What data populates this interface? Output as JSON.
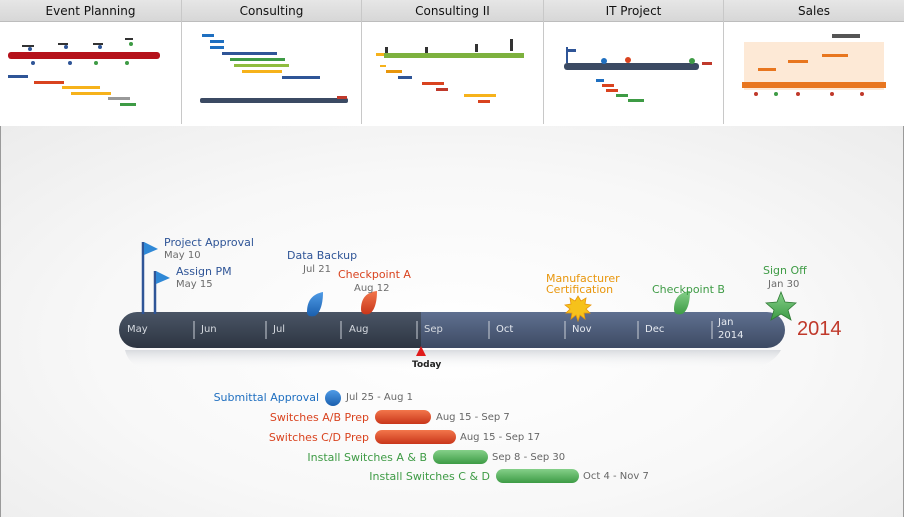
{
  "templates": [
    {
      "label": "Event Planning"
    },
    {
      "label": "Consulting"
    },
    {
      "label": "Consulting II"
    },
    {
      "label": "IT Project"
    },
    {
      "label": "Sales"
    }
  ],
  "timeline": {
    "months": [
      "May",
      "Jun",
      "Jul",
      "Aug",
      "Sep",
      "Oct",
      "Nov",
      "Dec",
      "Jan",
      "2014"
    ],
    "year_label": "2014",
    "today_label": "Today",
    "milestones": [
      {
        "title": "Project Approval",
        "date": "May 10",
        "color": "#2f5597"
      },
      {
        "title": "Assign PM",
        "date": "May 15",
        "color": "#2f5597"
      },
      {
        "title": "Data Backup",
        "date": "Jul 21",
        "color": "#2f5597"
      },
      {
        "title": "Checkpoint A",
        "date": "Aug 12",
        "color": "#d9431f"
      },
      {
        "title_line1": "Manufacturer",
        "title_line2": "Certification",
        "color": "#e8960c"
      },
      {
        "title": "Checkpoint B",
        "color": "#3e9b45"
      },
      {
        "title": "Sign Off",
        "date": "Jan 30",
        "color": "#3e9b45"
      }
    ],
    "tasks": [
      {
        "name": "Submittal Approval",
        "dates": "Jul 25 - Aug 1",
        "color": "#1f6fc0"
      },
      {
        "name": "Switches A/B Prep",
        "dates": "Aug 15 - Sep 7",
        "color": "#d9431f"
      },
      {
        "name": "Switches C/D Prep",
        "dates": "Aug 15 - Sep 17",
        "color": "#d9431f"
      },
      {
        "name": "Install Switches A & B",
        "dates": "Sep 8 - Sep 30",
        "color": "#3e9b45"
      },
      {
        "name": "Install Switches C & D",
        "dates": "Oct 4 - Nov 7",
        "color": "#3e9b45"
      }
    ]
  }
}
